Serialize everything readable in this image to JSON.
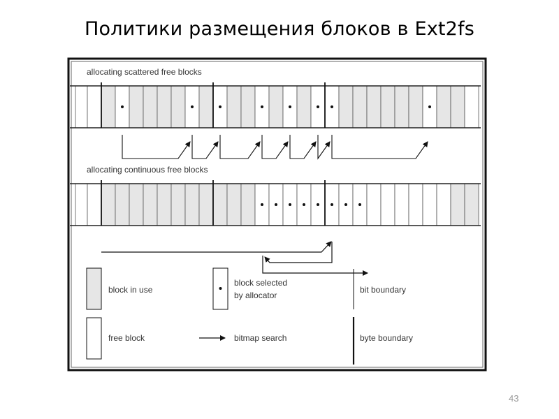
{
  "slide": {
    "title": "Политики размещения блоков в Ext2fs",
    "page_number": "43"
  },
  "diagram": {
    "rows": [
      {
        "label": "allocating scattered free blocks",
        "cells": [
          "free",
          "used",
          "sel",
          "used",
          "used",
          "used",
          "used",
          "sel",
          "used",
          "sel",
          "used",
          "used",
          "sel",
          "used",
          "sel",
          "used",
          "sel",
          "sel",
          "used",
          "used",
          "used",
          "used",
          "used",
          "used",
          "sel",
          "used",
          "used",
          "free"
        ],
        "search_path": [
          2,
          7,
          9,
          12,
          14,
          16,
          17,
          24
        ]
      },
      {
        "label": "allocating continuous free blocks",
        "cells": [
          "free",
          "used",
          "used",
          "used",
          "used",
          "used",
          "used",
          "used",
          "used",
          "used",
          "used",
          "used",
          "sel",
          "sel",
          "sel",
          "sel",
          "sel",
          "sel",
          "sel",
          "sel",
          "free",
          "free",
          "free",
          "free",
          "free",
          "free",
          "used",
          "used"
        ]
      }
    ],
    "cells_per_byte": 8,
    "colors": {
      "used": "#e6e6e6",
      "free": "#ffffff",
      "line": "#222222"
    },
    "legend": {
      "block_in_use": "block in use",
      "block_selected_line1": "block selected",
      "block_selected_line2": "by allocator",
      "bit_boundary": "bit boundary",
      "free_block": "free block",
      "bitmap_search": "bitmap search",
      "byte_boundary": "byte boundary"
    }
  }
}
